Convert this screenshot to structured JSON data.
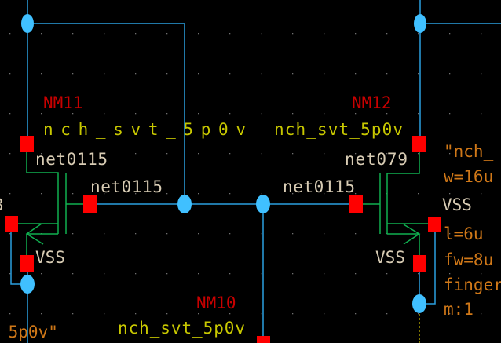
{
  "app": "schematic-editor",
  "colors": {
    "background": "#000000",
    "wire": "#2aa0e0",
    "device": "#10b050",
    "pin": "#ff0000",
    "junction": "#40c0ff",
    "instance_name": "#c80000",
    "cell_name": "#c8c800",
    "net_label": "#d8ccb4",
    "parameter": "#d07818"
  },
  "devices": [
    {
      "instance": "NM11",
      "cell": "nch_svt_5p0v",
      "drain_net": "net0115",
      "gate_net": "net0115",
      "source_net": "VSS"
    },
    {
      "instance": "NM12",
      "cell": "nch_svt_5p0v",
      "drain_net": "net079",
      "gate_net": "net0115",
      "source_net": "VSS",
      "params": {
        "model": "\"nch_",
        "w": "w=16u",
        "bulk": "VSS",
        "l": "l=6u",
        "fw": "fw=8u",
        "fingers": "fingers",
        "m": "m:1"
      }
    },
    {
      "instance": "NM10",
      "cell": "nch_svt_5p0v"
    }
  ],
  "left_partial": {
    "model_tail": "_5p0v\"",
    "edge_char": "3"
  }
}
